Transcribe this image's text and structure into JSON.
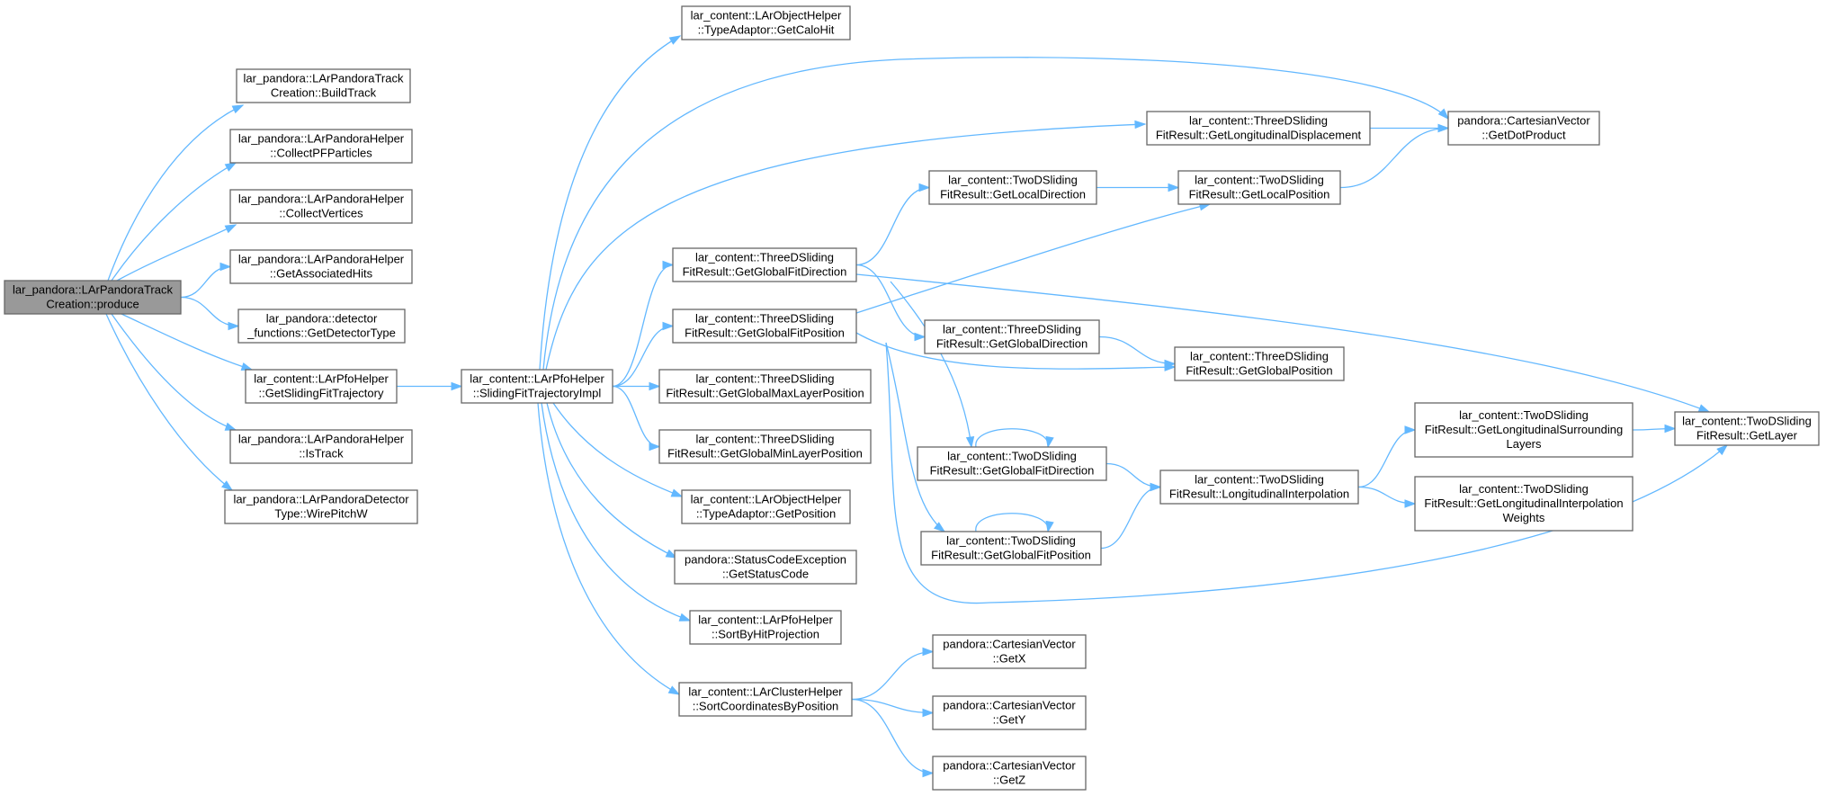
{
  "colors": {
    "edge": "#63b8ff",
    "node_border": "#666666",
    "root_fill": "#999999",
    "node_fill": "#ffffff"
  },
  "nodes": [
    {
      "id": "produce",
      "root": true,
      "lines": [
        "lar_pandora::LArPandoraTrack",
        "Creation::produce"
      ]
    },
    {
      "id": "BuildTrack",
      "lines": [
        "lar_pandora::LArPandoraTrack",
        "Creation::BuildTrack"
      ]
    },
    {
      "id": "CollectPFParticles",
      "lines": [
        "lar_pandora::LArPandoraHelper",
        "::CollectPFParticles"
      ]
    },
    {
      "id": "CollectVertices",
      "lines": [
        "lar_pandora::LArPandoraHelper",
        "::CollectVertices"
      ]
    },
    {
      "id": "GetAssociatedHits",
      "lines": [
        "lar_pandora::LArPandoraHelper",
        "::GetAssociatedHits"
      ]
    },
    {
      "id": "GetDetectorType",
      "lines": [
        "lar_pandora::detector",
        "_functions::GetDetectorType"
      ]
    },
    {
      "id": "GetSlidingFitTrajectory",
      "lines": [
        "lar_content::LArPfoHelper",
        "::GetSlidingFitTrajectory"
      ]
    },
    {
      "id": "IsTrack",
      "lines": [
        "lar_pandora::LArPandoraHelper",
        "::IsTrack"
      ]
    },
    {
      "id": "WirePitchW",
      "lines": [
        "lar_pandora::LArPandoraDetector",
        "Type::WirePitchW"
      ]
    },
    {
      "id": "SlidingFitTrajectoryImpl",
      "lines": [
        "lar_content::LArPfoHelper",
        "::SlidingFitTrajectoryImpl"
      ]
    },
    {
      "id": "GetCaloHit",
      "lines": [
        "lar_content::LArObjectHelper",
        "::TypeAdaptor::GetCaloHit"
      ]
    },
    {
      "id": "GetGlobalFitDirection3D",
      "lines": [
        "lar_content::ThreeDSliding",
        "FitResult::GetGlobalFitDirection"
      ]
    },
    {
      "id": "GetGlobalFitPosition3D",
      "lines": [
        "lar_content::ThreeDSliding",
        "FitResult::GetGlobalFitPosition"
      ]
    },
    {
      "id": "GetGlobalMaxLayerPosition",
      "lines": [
        "lar_content::ThreeDSliding",
        "FitResult::GetGlobalMaxLayerPosition"
      ]
    },
    {
      "id": "GetGlobalMinLayerPosition",
      "lines": [
        "lar_content::ThreeDSliding",
        "FitResult::GetGlobalMinLayerPosition"
      ]
    },
    {
      "id": "GetPosition",
      "lines": [
        "lar_content::LArObjectHelper",
        "::TypeAdaptor::GetPosition"
      ]
    },
    {
      "id": "GetStatusCode",
      "lines": [
        "pandora::StatusCodeException",
        "::GetStatusCode"
      ]
    },
    {
      "id": "SortByHitProjection",
      "lines": [
        "lar_content::LArPfoHelper",
        "::SortByHitProjection"
      ]
    },
    {
      "id": "SortCoordinatesByPosition",
      "lines": [
        "lar_content::LArClusterHelper",
        "::SortCoordinatesByPosition"
      ]
    },
    {
      "id": "GetLongitudinalDisplacement",
      "lines": [
        "lar_content::ThreeDSliding",
        "FitResult::GetLongitudinalDisplacement"
      ]
    },
    {
      "id": "GetLocalDirection2D",
      "lines": [
        "lar_content::TwoDSliding",
        "FitResult::GetLocalDirection"
      ]
    },
    {
      "id": "GetGlobalDirection3D",
      "lines": [
        "lar_content::ThreeDSliding",
        "FitResult::GetGlobalDirection"
      ]
    },
    {
      "id": "GetGlobalFitDirection2D",
      "lines": [
        "lar_content::TwoDSliding",
        "FitResult::GetGlobalFitDirection"
      ]
    },
    {
      "id": "GetGlobalFitPosition2D",
      "lines": [
        "lar_content::TwoDSliding",
        "FitResult::GetGlobalFitPosition"
      ]
    },
    {
      "id": "GetX",
      "lines": [
        "pandora::CartesianVector",
        "::GetX"
      ]
    },
    {
      "id": "GetY",
      "lines": [
        "pandora::CartesianVector",
        "::GetY"
      ]
    },
    {
      "id": "GetZ",
      "lines": [
        "pandora::CartesianVector",
        "::GetZ"
      ]
    },
    {
      "id": "GetLocalPosition2D",
      "lines": [
        "lar_content::TwoDSliding",
        "FitResult::GetLocalPosition"
      ]
    },
    {
      "id": "GetGlobalPosition3D",
      "lines": [
        "lar_content::ThreeDSliding",
        "FitResult::GetGlobalPosition"
      ]
    },
    {
      "id": "LongitudinalInterpolation",
      "lines": [
        "lar_content::TwoDSliding",
        "FitResult::LongitudinalInterpolation"
      ]
    },
    {
      "id": "GetDotProduct",
      "lines": [
        "pandora::CartesianVector",
        "::GetDotProduct"
      ]
    },
    {
      "id": "GetLongitudinalSurroundingLayers",
      "lines": [
        "lar_content::TwoDSliding",
        "FitResult::GetLongitudinalSurrounding",
        "Layers"
      ]
    },
    {
      "id": "GetLongitudinalInterpolationWeights",
      "lines": [
        "lar_content::TwoDSliding",
        "FitResult::GetLongitudinalInterpolation",
        "Weights"
      ]
    },
    {
      "id": "GetLayer",
      "lines": [
        "lar_content::TwoDSliding",
        "FitResult::GetLayer"
      ]
    }
  ],
  "edges": [
    [
      "produce",
      "BuildTrack"
    ],
    [
      "produce",
      "CollectPFParticles"
    ],
    [
      "produce",
      "CollectVertices"
    ],
    [
      "produce",
      "GetAssociatedHits"
    ],
    [
      "produce",
      "GetDetectorType"
    ],
    [
      "produce",
      "GetSlidingFitTrajectory"
    ],
    [
      "produce",
      "IsTrack"
    ],
    [
      "produce",
      "WirePitchW"
    ],
    [
      "GetSlidingFitTrajectory",
      "SlidingFitTrajectoryImpl"
    ],
    [
      "SlidingFitTrajectoryImpl",
      "GetCaloHit"
    ],
    [
      "SlidingFitTrajectoryImpl",
      "GetGlobalFitDirection3D"
    ],
    [
      "SlidingFitTrajectoryImpl",
      "GetGlobalFitPosition3D"
    ],
    [
      "SlidingFitTrajectoryImpl",
      "GetGlobalMaxLayerPosition"
    ],
    [
      "SlidingFitTrajectoryImpl",
      "GetGlobalMinLayerPosition"
    ],
    [
      "SlidingFitTrajectoryImpl",
      "GetPosition"
    ],
    [
      "SlidingFitTrajectoryImpl",
      "GetStatusCode"
    ],
    [
      "SlidingFitTrajectoryImpl",
      "SortByHitProjection"
    ],
    [
      "SlidingFitTrajectoryImpl",
      "SortCoordinatesByPosition"
    ],
    [
      "SlidingFitTrajectoryImpl",
      "GetLongitudinalDisplacement"
    ],
    [
      "SlidingFitTrajectoryImpl",
      "GetDotProduct"
    ],
    [
      "GetGlobalFitDirection3D",
      "GetLocalDirection2D"
    ],
    [
      "GetGlobalFitDirection3D",
      "GetGlobalDirection3D"
    ],
    [
      "GetGlobalFitDirection3D",
      "GetGlobalFitDirection2D"
    ],
    [
      "GetGlobalFitDirection3D",
      "GetLayer"
    ],
    [
      "GetGlobalFitPosition3D",
      "GetLocalPosition2D"
    ],
    [
      "GetGlobalFitPosition3D",
      "GetGlobalPosition3D"
    ],
    [
      "GetGlobalFitPosition3D",
      "GetGlobalFitPosition2D"
    ],
    [
      "GetGlobalFitPosition3D",
      "GetLayer"
    ],
    [
      "SortCoordinatesByPosition",
      "GetX"
    ],
    [
      "SortCoordinatesByPosition",
      "GetY"
    ],
    [
      "SortCoordinatesByPosition",
      "GetZ"
    ],
    [
      "GetLongitudinalDisplacement",
      "GetDotProduct"
    ],
    [
      "GetLocalDirection2D",
      "GetLocalPosition2D"
    ],
    [
      "GetLocalPosition2D",
      "GetDotProduct"
    ],
    [
      "GetGlobalDirection3D",
      "GetGlobalPosition3D"
    ],
    [
      "GetGlobalFitDirection2D",
      "GetGlobalFitDirection2D"
    ],
    [
      "GetGlobalFitDirection2D",
      "LongitudinalInterpolation"
    ],
    [
      "GetGlobalFitPosition2D",
      "GetGlobalFitPosition2D"
    ],
    [
      "GetGlobalFitPosition2D",
      "LongitudinalInterpolation"
    ],
    [
      "LongitudinalInterpolation",
      "GetLongitudinalSurroundingLayers"
    ],
    [
      "LongitudinalInterpolation",
      "GetLongitudinalInterpolationWeights"
    ],
    [
      "GetLongitudinalSurroundingLayers",
      "GetLayer"
    ]
  ]
}
